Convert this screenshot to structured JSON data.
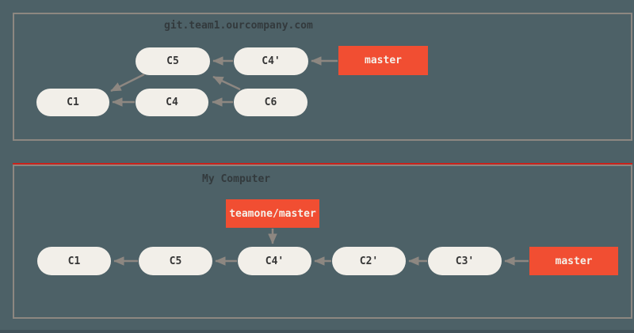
{
  "palette": {
    "background": "#4d6167",
    "node_fill": "#f2efe9",
    "node_text": "#363636",
    "branch_fill": "#f14e32",
    "branch_text": "#f5f1ea",
    "arrow_and_border_gray": "#8d8781",
    "accent_red_line": "#c9231c",
    "bottom_strip": "#41525a"
  },
  "server_panel": {
    "title": "git.team1.ourcompany.com",
    "commits": [
      {
        "label": "C5"
      },
      {
        "label": "C4'"
      },
      {
        "label": "C1"
      },
      {
        "label": "C4"
      },
      {
        "label": "C6"
      }
    ],
    "branch": {
      "label": "master"
    },
    "edges": [
      {
        "from": "C4'",
        "to": "C5"
      },
      {
        "from": "master",
        "to": "C4'"
      },
      {
        "from": "C4",
        "to": "C1"
      },
      {
        "from": "C6",
        "to": "C4"
      },
      {
        "from": "C5",
        "to": "C1"
      },
      {
        "from": "C6",
        "to": "C5"
      }
    ]
  },
  "local_panel": {
    "title": "My Computer",
    "commits": [
      {
        "label": "C1"
      },
      {
        "label": "C5"
      },
      {
        "label": "C4'"
      },
      {
        "label": "C2'"
      },
      {
        "label": "C3'"
      }
    ],
    "branches": [
      {
        "label": "teamone/master"
      },
      {
        "label": "master"
      }
    ],
    "edges": [
      {
        "from": "teamone/master",
        "to": "C4'"
      },
      {
        "from": "C5",
        "to": "C1"
      },
      {
        "from": "C4'",
        "to": "C5"
      },
      {
        "from": "C2'",
        "to": "C4'"
      },
      {
        "from": "C3'",
        "to": "C2'"
      },
      {
        "from": "master",
        "to": "C3'"
      }
    ]
  }
}
